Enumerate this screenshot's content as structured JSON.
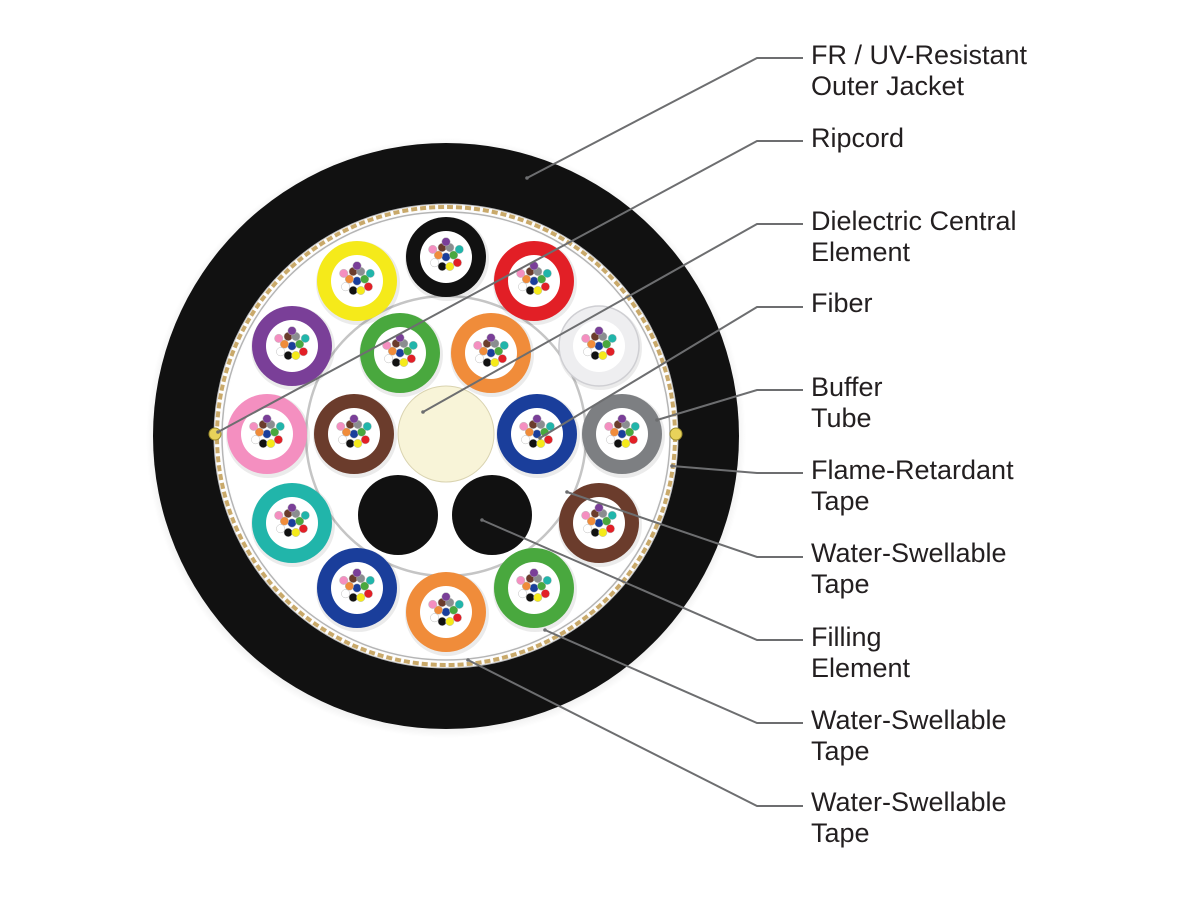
{
  "colors": {
    "jacket": "#111111",
    "tape_white": "#fdfdfd",
    "tape_gold": "#c9a96a",
    "leader": "#6d6e70",
    "text": "#231f20",
    "central_element": "#f8f4d8",
    "filling_element": "#111111",
    "fiber_colors": [
      "#1a3e9b",
      "#f08c3a",
      "#49a83e",
      "#6b3c2c",
      "#8b8d90",
      "#ffffff",
      "#e21f26",
      "#111111",
      "#f5ea1a",
      "#7a3f98",
      "#f48fc0",
      "#21b5aa"
    ]
  },
  "labels": [
    {
      "id": "jacket",
      "lines": [
        "FR / UV-Resistant",
        "Outer Jacket"
      ]
    },
    {
      "id": "ripcord",
      "lines": [
        "Ripcord"
      ]
    },
    {
      "id": "central-element",
      "lines": [
        "Dielectric Central",
        "Element"
      ]
    },
    {
      "id": "fiber",
      "lines": [
        "Fiber"
      ]
    },
    {
      "id": "buffer-tube",
      "lines": [
        "Buffer",
        "Tube"
      ]
    },
    {
      "id": "flame-retardant-tape",
      "lines": [
        "Flame-Retardant",
        "Tape"
      ]
    },
    {
      "id": "water-swellable-tape-inner",
      "lines": [
        "Water-Swellable",
        "Tape"
      ]
    },
    {
      "id": "filling-element",
      "lines": [
        "Filling",
        "Element"
      ]
    },
    {
      "id": "water-swellable-tape-mid",
      "lines": [
        "Water-Swellable",
        "Tape"
      ]
    },
    {
      "id": "water-swellable-tape-outer",
      "lines": [
        "Water-Swellable",
        "Tape"
      ]
    }
  ],
  "tubes_inner": [
    {
      "name": "green",
      "color": "#49a83e"
    },
    {
      "name": "orange",
      "color": "#f08c3a"
    },
    {
      "name": "brown",
      "color": "#6b3c2c"
    },
    {
      "name": "blue",
      "color": "#1a3e9b"
    }
  ],
  "tubes_outer": [
    {
      "name": "black",
      "color": "#111111"
    },
    {
      "name": "red",
      "color": "#e21f26"
    },
    {
      "name": "white",
      "color": "#eeeef0"
    },
    {
      "name": "slate",
      "color": "#7d7f82"
    },
    {
      "name": "brown",
      "color": "#6b3c2c"
    },
    {
      "name": "green",
      "color": "#49a83e"
    },
    {
      "name": "orange",
      "color": "#f08c3a"
    },
    {
      "name": "blue",
      "color": "#1a3e9b"
    },
    {
      "name": "aqua",
      "color": "#21b5aa"
    },
    {
      "name": "rose",
      "color": "#f48fc0"
    },
    {
      "name": "violet",
      "color": "#7a3f98"
    },
    {
      "name": "yellow",
      "color": "#f5ea1a"
    }
  ]
}
